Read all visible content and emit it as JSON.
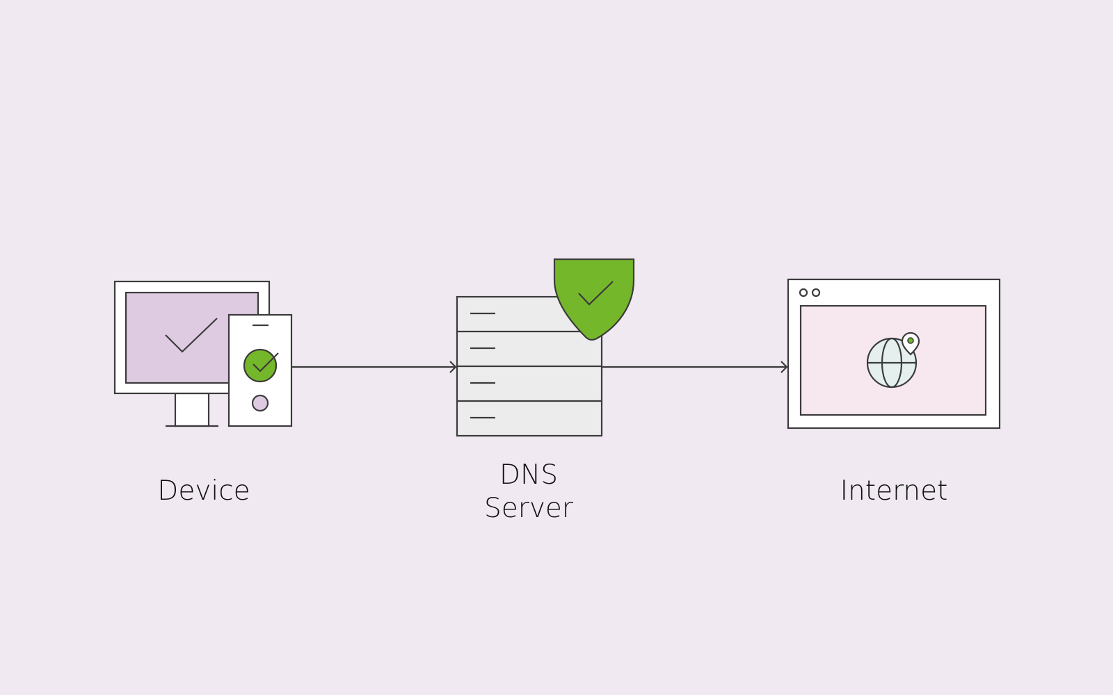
{
  "diagram": {
    "nodes": [
      {
        "id": "device",
        "label": "Device",
        "icon": "desktop-and-phone-icon"
      },
      {
        "id": "dns",
        "label": "DNS\nServer",
        "icon": "server-stack-with-shield-icon"
      },
      {
        "id": "internet",
        "label": "Internet",
        "icon": "browser-window-globe-icon"
      }
    ],
    "edges": [
      {
        "from": "device",
        "to": "dns"
      },
      {
        "from": "dns",
        "to": "internet"
      }
    ]
  },
  "colors": {
    "background": "#f1e9f2",
    "stroke": "#3b3b3b",
    "accent_green": "#74b72a",
    "monitor_screen": "#dfcbe1",
    "server_fill": "#ececec",
    "browser_content": "#f7e8ef",
    "globe_fill": "#e4efee",
    "white": "#ffffff"
  }
}
